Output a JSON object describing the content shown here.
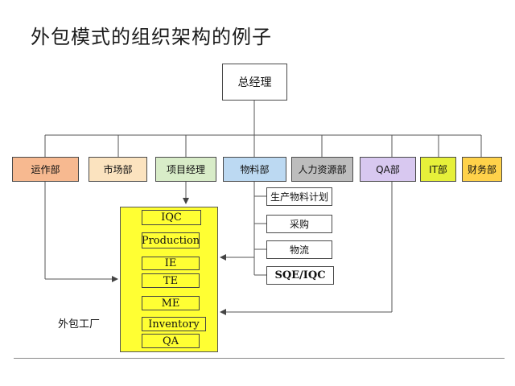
{
  "title": "外包模式的组织架构的例子",
  "ceo": "总经理",
  "departments": [
    {
      "key": "ops",
      "label": "运作部",
      "color": "#f7b990"
    },
    {
      "key": "mkt",
      "label": "市场部",
      "color": "#fbe3bf"
    },
    {
      "key": "pm",
      "label": "项目经理",
      "color": "#d8ecc8"
    },
    {
      "key": "mat",
      "label": "物料部",
      "color": "#bcd9f2"
    },
    {
      "key": "hr",
      "label": "人力资源部",
      "color": "#bdbdbd"
    },
    {
      "key": "qa",
      "label": "QA部",
      "color": "#d8c8f0"
    },
    {
      "key": "it",
      "label": "IT部",
      "color": "#e6f03a"
    },
    {
      "key": "fin",
      "label": "财务部",
      "color": "#ffd24a"
    }
  ],
  "material_subunits": [
    "生产物料计划",
    "采购",
    "物流",
    "SQE/IQC"
  ],
  "factory": {
    "label": "外包工厂",
    "color": "#ffff33",
    "items": [
      "IQC",
      "Production",
      "IE",
      "TE",
      "ME",
      "Inventory",
      "QA"
    ]
  }
}
